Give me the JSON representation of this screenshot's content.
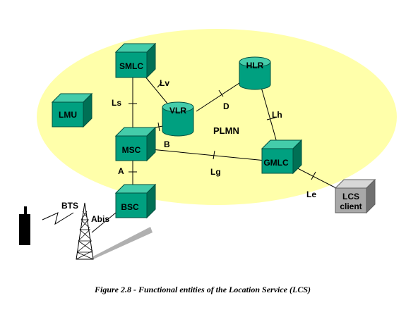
{
  "diagram": {
    "network_label": "PLMN",
    "nodes": {
      "smlc": "SMLC",
      "lmu": "LMU",
      "vlr": "VLR",
      "hlr": "HLR",
      "msc": "MSC",
      "gmlc": "GMLC",
      "bsc": "BSC",
      "lcs_client_line1": "LCS",
      "lcs_client_line2": "client",
      "bts": "BTS"
    },
    "interfaces": {
      "lv": "Lv",
      "ls": "Ls",
      "d": "D",
      "lh": "Lh",
      "b": "B",
      "lg": "Lg",
      "a": "A",
      "abis": "Abis",
      "le": "Le"
    },
    "caption": "Figure 2.8 - Functional entities of the Location Service (LCS)",
    "colors": {
      "ellipse": "#FFFFAA",
      "node_green": "#00A080",
      "client_gray": "#A8A8A8"
    }
  }
}
